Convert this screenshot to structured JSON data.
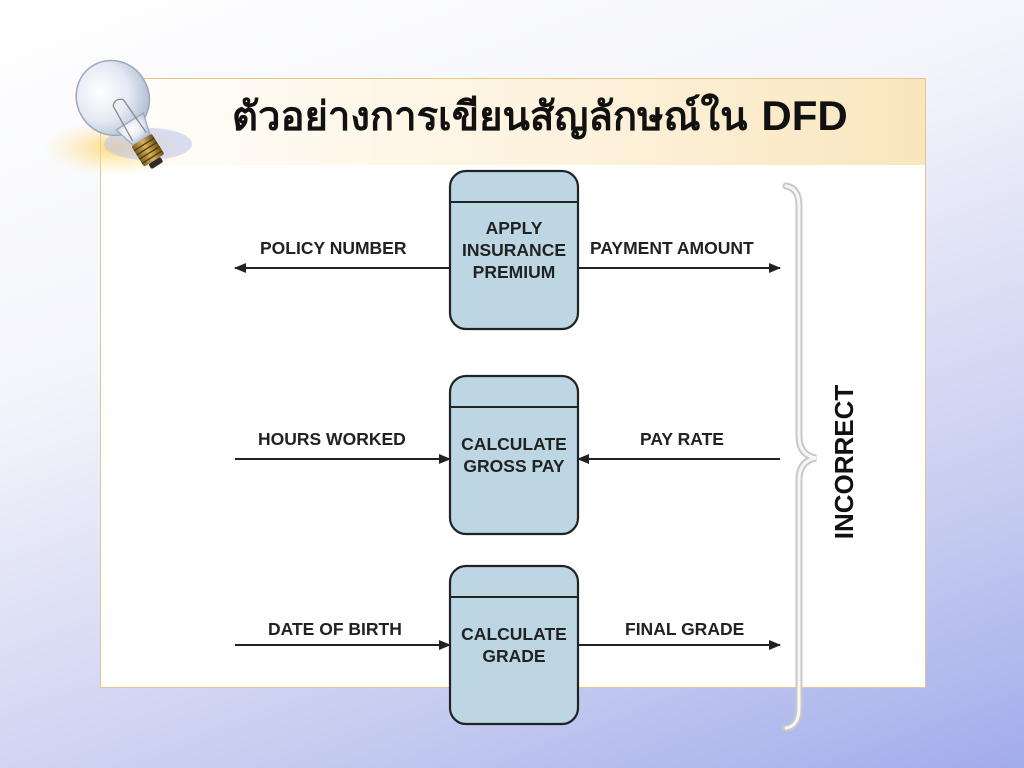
{
  "slide": {
    "title_thai": "ตัวอย่างการเขียนสัญลักษณ์ใน",
    "title_latin": "DFD",
    "side_label": "INCORRECT"
  },
  "processes": [
    {
      "id": "apply-insurance-premium",
      "label_lines": [
        "APPLY",
        "INSURANCE",
        "PREMIUM"
      ],
      "left_flow": {
        "label": "POLICY NUMBER",
        "direction": "outgoing"
      },
      "right_flow": {
        "label": "PAYMENT AMOUNT",
        "direction": "outgoing"
      }
    },
    {
      "id": "calculate-gross-pay",
      "label_lines": [
        "CALCULATE",
        "GROSS PAY"
      ],
      "left_flow": {
        "label": "HOURS WORKED",
        "direction": "incoming"
      },
      "right_flow": {
        "label": "PAY RATE",
        "direction": "incoming"
      }
    },
    {
      "id": "calculate-grade",
      "label_lines": [
        "CALCULATE",
        "GRADE"
      ],
      "left_flow": {
        "label": "DATE OF BIRTH",
        "direction": "incoming"
      },
      "right_flow": {
        "label": "FINAL GRADE",
        "direction": "outgoing"
      }
    }
  ],
  "colors": {
    "process_fill": "#bcd6e4",
    "title_band": "#f9e6be",
    "frame_border": "#e6c48a"
  },
  "icons": [
    "light-bulb-icon"
  ]
}
